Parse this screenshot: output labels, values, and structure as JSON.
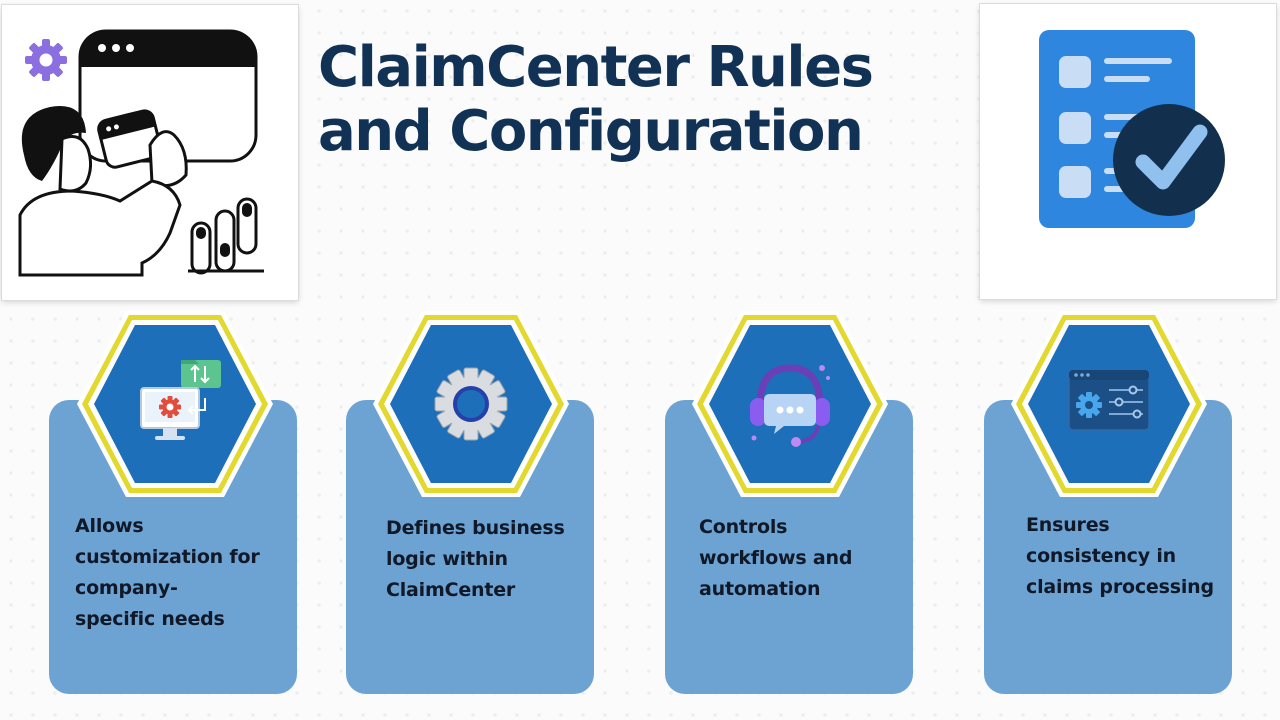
{
  "slide": {
    "title_line1": "ClaimCenter Rules",
    "title_line2": "and Configuration"
  },
  "cards": [
    {
      "icon": "monitor-settings-sync-icon",
      "text_lines": [
        "Allows",
        "customization for",
        "company-",
        "specific needs"
      ]
    },
    {
      "icon": "gear-icon",
      "text_lines": [
        "Defines business",
        "logic within",
        "ClaimCenter"
      ]
    },
    {
      "icon": "headset-chat-icon",
      "text_lines": [
        "Controls",
        "workflows and",
        "automation"
      ]
    },
    {
      "icon": "control-panel-gear-icon",
      "text_lines": [
        "Ensures",
        "consistency in",
        "claims processing"
      ]
    }
  ],
  "colors": {
    "title": "#123255",
    "card_fill": "#6da3d3",
    "hex_fill": "#1c6fb8",
    "hex_outline": "#e3d82e",
    "checklist_blue": "#2f86de",
    "check_badge": "#12304e"
  },
  "illustrations": {
    "left": "person-with-browser-window-illustration",
    "right": "checklist-with-checkmark-icon"
  }
}
